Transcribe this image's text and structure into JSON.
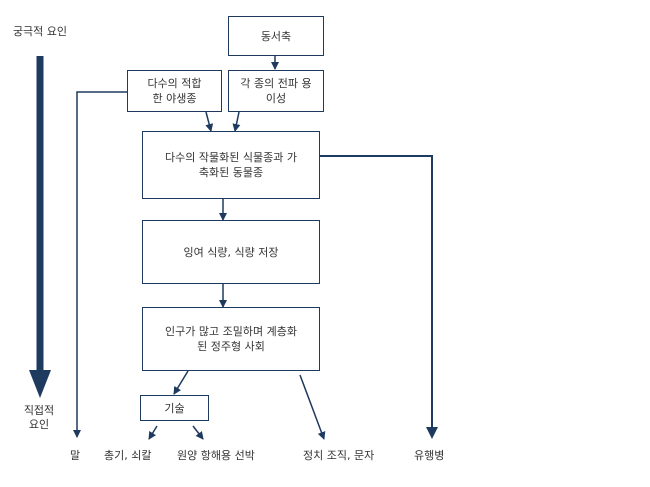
{
  "axis": {
    "top_label": "궁극적 요인",
    "bottom_label_line1": "직접적",
    "bottom_label_line2": "요인"
  },
  "boxes": {
    "east_west_axis": "동서축",
    "wild_species": "다수의 적합\n한 야생종",
    "spread": "각 종의 전파 용\n이성",
    "domesticated": "다수의 작물화된 식물종과 가\n축화된 동물종",
    "surplus": "잉여 식량, 식량 저장",
    "society": "인구가 많고 조밀하며 계층화\n된 정주형 사회",
    "technology": "기술"
  },
  "outcomes": {
    "horse": "말",
    "guns_steel": "총기, 쇠칼",
    "ships": "원양 항해용 선박",
    "politics_writing": "정치 조직, 문자",
    "epidemics": "유행병"
  },
  "colors": {
    "line": "#1e3a5f",
    "text": "#333333"
  }
}
